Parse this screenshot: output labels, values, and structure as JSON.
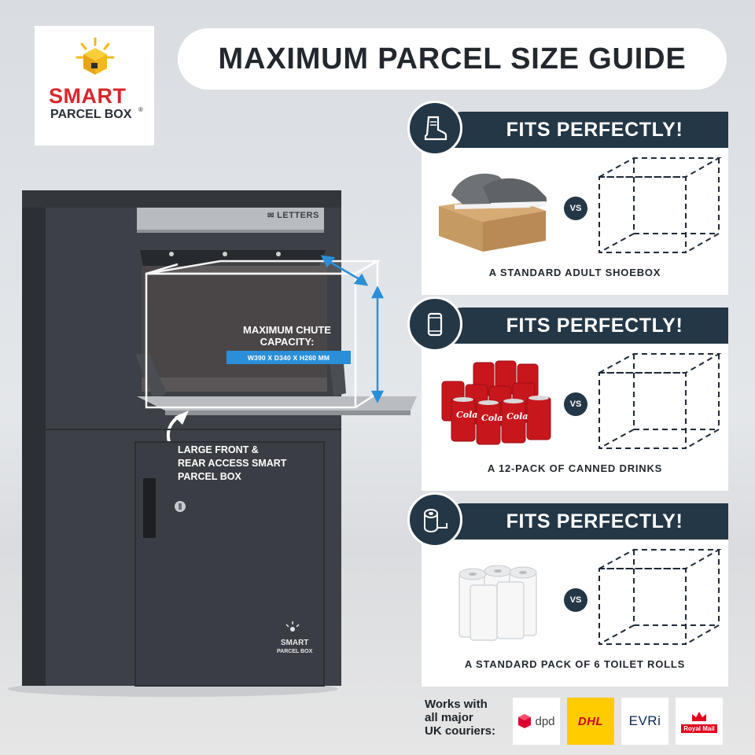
{
  "logo": {
    "word1": "SMART",
    "word2": "PARCEL BOX",
    "reg": "®",
    "icon": "lightbulb-box-icon"
  },
  "title": "MAXIMUM PARCEL SIZE GUIDE",
  "product": {
    "letters_label": "LETTERS",
    "chute_heading_1": "MAXIMUM CHUTE",
    "chute_heading_2": "CAPACITY:",
    "chute_dims": "W390 X D340 X H260 MM",
    "callout_1": "LARGE FRONT &",
    "callout_2": "REAR ACCESS SMART",
    "callout_3": "PARCEL BOX",
    "door_brand_1": "SMART",
    "door_brand_2": "PARCEL BOX"
  },
  "cards": [
    {
      "heading": "FITS PERFECTLY!",
      "icon": "boot-icon",
      "vs": "VS",
      "caption": "A STANDARD ADULT SHOEBOX"
    },
    {
      "heading": "FITS PERFECTLY!",
      "icon": "drink-can-icon",
      "vs": "VS",
      "caption": "A 12-PACK OF CANNED DRINKS",
      "can_label": "Cola"
    },
    {
      "heading": "FITS PERFECTLY!",
      "icon": "toilet-roll-icon",
      "vs": "VS",
      "caption": "A STANDARD PACK OF 6 TOILET ROLLS"
    }
  ],
  "couriers": {
    "label_1": "Works with",
    "label_2": "all major",
    "label_3": "UK couriers:",
    "items": [
      {
        "name": "dpd",
        "color": "#dc0032"
      },
      {
        "name": "DHL",
        "color": "#d40511"
      },
      {
        "name": "EVRi",
        "color": "#0a2756"
      },
      {
        "name": "Royal Mail",
        "color": "#e4001b"
      }
    ]
  },
  "colors": {
    "navy": "#243746",
    "brand_red": "#d7262c",
    "box_grey": "#3d4046"
  }
}
